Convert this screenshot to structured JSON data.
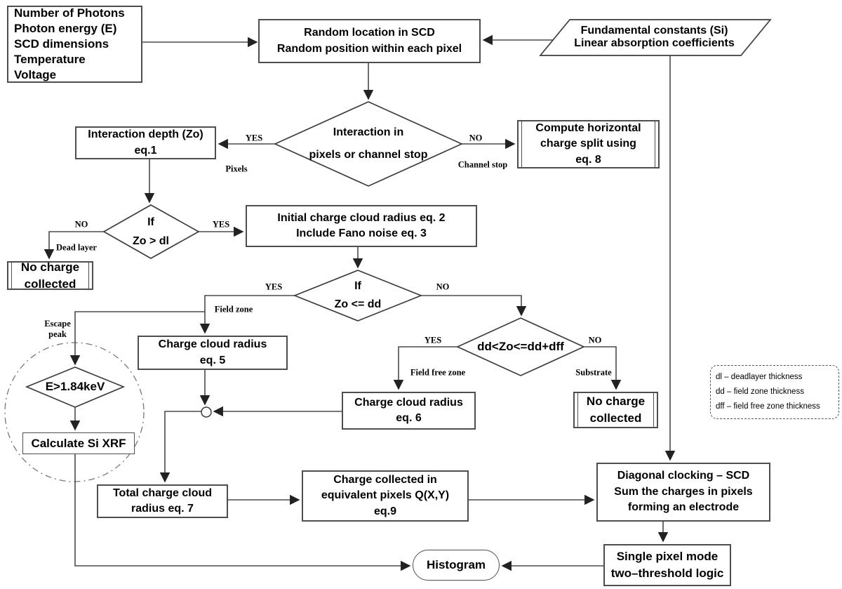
{
  "nodes": {
    "inputs": {
      "lines": [
        "Number of Photons",
        "Photon energy (E)",
        "SCD dimensions",
        "Temperature",
        "Voltage"
      ]
    },
    "random_location": {
      "lines": [
        "Random location in SCD",
        "Random position within each pixel"
      ]
    },
    "constants": {
      "lines": [
        "Fundamental constants (Si)",
        "Linear absorption coefficients"
      ]
    },
    "interaction_diamond": {
      "lines": [
        "Interaction in",
        "pixels or channel stop"
      ]
    },
    "interaction_depth": {
      "lines": [
        "Interaction depth (Zo)",
        "eq.1"
      ]
    },
    "compute_split": {
      "lines": [
        "Compute horizontal",
        "charge split using",
        "eq. 8"
      ]
    },
    "zo_gt_dl": {
      "lines": [
        "If",
        "Zo > dl"
      ]
    },
    "no_charge_dead": {
      "lines": [
        "No charge",
        "collected"
      ]
    },
    "initial_cloud": {
      "lines": [
        "Initial charge cloud radius eq. 2",
        "Include Fano noise eq. 3"
      ]
    },
    "zo_le_dd": {
      "lines": [
        "If",
        "Zo <= dd"
      ]
    },
    "cloud_eq5": {
      "lines": [
        "Charge cloud radius",
        "eq. 5"
      ]
    },
    "dd_zo_dff": {
      "lines": [
        "dd<Zo<=dd+dff"
      ]
    },
    "cloud_eq6": {
      "lines": [
        "Charge cloud radius",
        "eq. 6"
      ]
    },
    "no_charge_substrate": {
      "lines": [
        "No charge",
        "collected"
      ]
    },
    "e_gt_184": {
      "lines": [
        "E>1.84keV"
      ]
    },
    "calc_xrf": {
      "lines": [
        "Calculate Si XRF"
      ]
    },
    "total_cloud": {
      "lines": [
        "Total charge cloud",
        "radius eq. 7"
      ]
    },
    "charge_qxy": {
      "lines": [
        "Charge collected in",
        "equivalent pixels Q(X,Y)",
        "eq.9"
      ]
    },
    "diagonal_clocking": {
      "lines": [
        "Diagonal clocking – SCD",
        "Sum the charges in pixels",
        "forming an electrode"
      ]
    },
    "single_pixel": {
      "lines": [
        "Single pixel mode",
        "two–threshold logic"
      ]
    },
    "histogram": {
      "lines": [
        "Histogram"
      ]
    }
  },
  "edge_labels": {
    "yes1": "YES",
    "pixels": "Pixels",
    "no1": "NO",
    "channel_stop": "Channel stop",
    "no2": "NO",
    "dead_layer": "Dead layer",
    "yes2": "YES",
    "yes3": "YES",
    "field_zone": "Field zone",
    "no3": "NO",
    "yes4": "YES",
    "field_free_zone": "Field free zone",
    "no4": "NO",
    "substrate": "Substrate",
    "escape_line1": "Escape",
    "escape_line2": "peak"
  },
  "legend": {
    "lines": [
      "dl – deadlayer thickness",
      "dd – field zone thickness",
      "dff – field free zone thickness"
    ]
  },
  "colors": {
    "line": "#4a4a4a",
    "text": "#000000",
    "background": "#ffffff"
  }
}
